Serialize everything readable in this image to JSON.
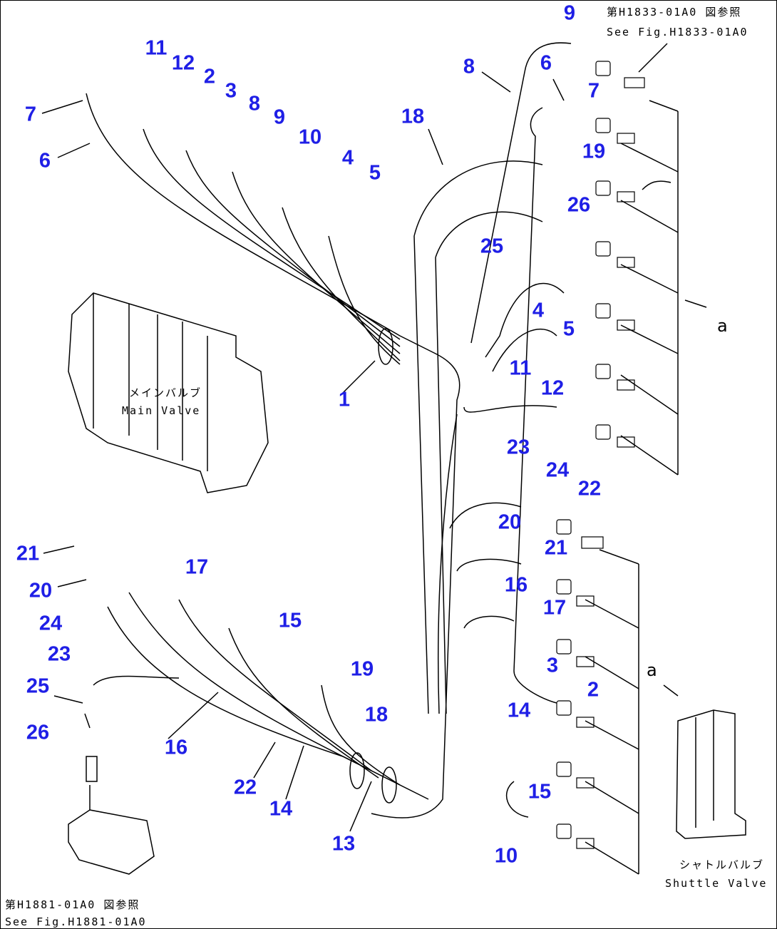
{
  "references": {
    "top_right_jp": "第H1833-01A0 図参照",
    "top_right_en": "See Fig.H1833-01A0",
    "bottom_left_jp": "第H1881-01A0 図参照",
    "bottom_left_en": "See Fig.H1881-01A0"
  },
  "components": {
    "main_valve_jp": "メインバルブ",
    "main_valve_en": "Main Valve",
    "shuttle_valve_jp": "シャトルバルブ",
    "shuttle_valve_en": "Shuttle Valve"
  },
  "connection_marks": [
    "a",
    "a"
  ],
  "callouts": [
    "7",
    "6",
    "11",
    "12",
    "2",
    "3",
    "8",
    "9",
    "10",
    "4",
    "5",
    "1",
    "18",
    "8",
    "9",
    "6",
    "7",
    "19",
    "26",
    "25",
    "4",
    "5",
    "11",
    "12",
    "23",
    "24",
    "22",
    "20",
    "21",
    "16",
    "17",
    "3",
    "2",
    "14",
    "15",
    "10",
    "13",
    "14",
    "22",
    "16",
    "18",
    "19",
    "15",
    "17",
    "21",
    "20",
    "24",
    "23",
    "25",
    "26"
  ],
  "colors": {
    "callout": "#1f1fe6",
    "line": "#000000"
  }
}
